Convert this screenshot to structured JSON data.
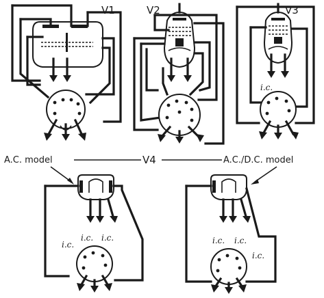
{
  "valves": {
    "v1": {
      "label": "V1"
    },
    "v2": {
      "label": "V2"
    },
    "v3": {
      "label": "V3"
    },
    "v4": {
      "label": "V4"
    }
  },
  "models": {
    "ac": "A.C. model",
    "acdc": "A.C./D.C. model"
  },
  "pin_note": "i.c."
}
